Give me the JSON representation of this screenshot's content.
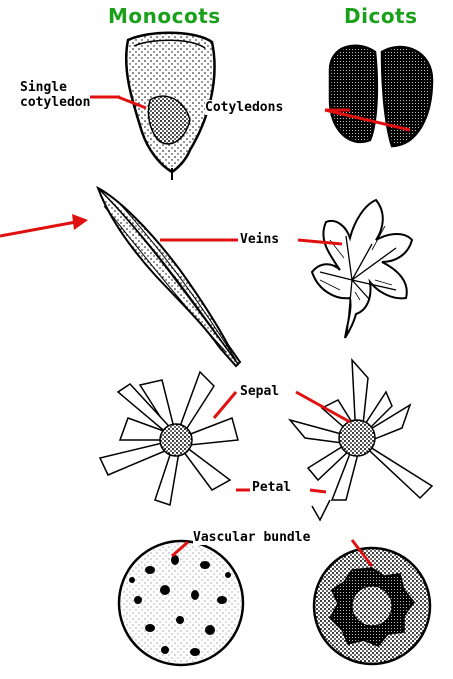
{
  "columns": {
    "left_title": "Monocots",
    "right_title": "Dicots",
    "title_color": "#1aa01a"
  },
  "labels": {
    "single_cotyledon_line1": "Single",
    "single_cotyledon_line2": "cotyledon",
    "cotyledons": "Cotyledons",
    "veins": "Veins",
    "sepal": "Sepal",
    "petal": "Petal",
    "vascular_bundle": "Vascular bundle"
  },
  "colors": {
    "pointer": "#e01010",
    "ink": "#000000"
  }
}
